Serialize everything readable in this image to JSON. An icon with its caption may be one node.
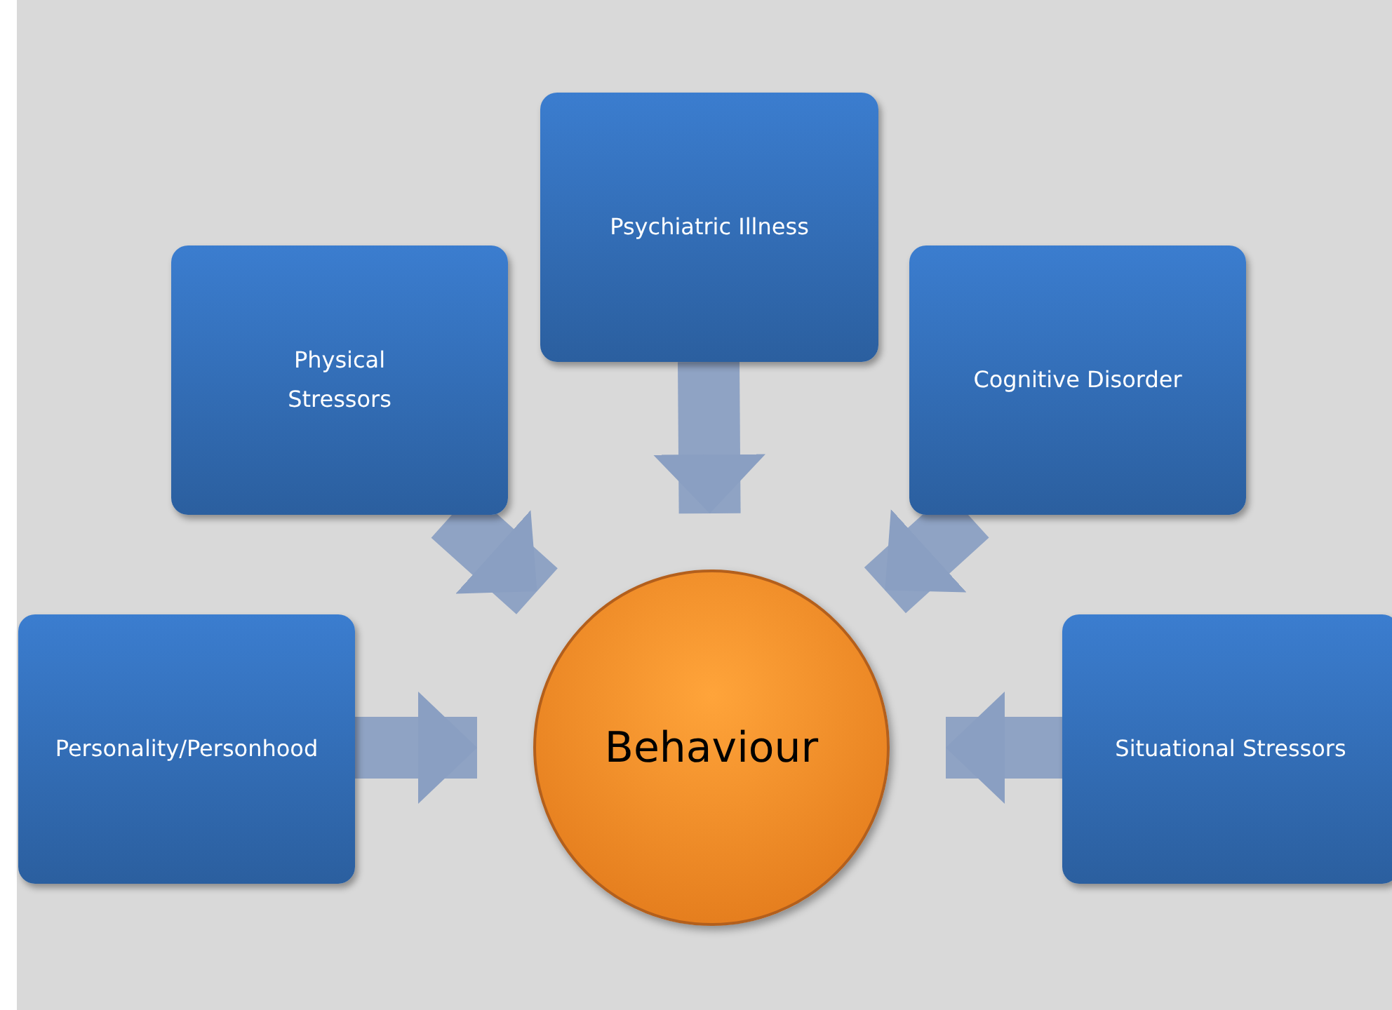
{
  "diagram": {
    "nodes": [
      {
        "text": [
          "Psychiatric Illness"
        ]
      },
      {
        "text": [
          "Physical Stressors"
        ]
      },
      {
        "text": [
          "Cognitive Disorder"
        ]
      },
      {
        "text": [
          "Personality/Personhood"
        ]
      },
      {
        "text": [
          "Behaviour"
        ]
      },
      {
        "text": [
          "Situational Stressors"
        ]
      }
    ],
    "edges": [
      {
        "from": 0,
        "to": 4,
        "arrow": "to"
      },
      {
        "from": 1,
        "to": 4,
        "arrow": "to"
      },
      {
        "from": 2,
        "to": 4,
        "arrow": "to"
      },
      {
        "from": 3,
        "to": 4,
        "arrow": "to"
      },
      {
        "from": 5,
        "to": 4,
        "arrow": "to"
      }
    ]
  }
}
